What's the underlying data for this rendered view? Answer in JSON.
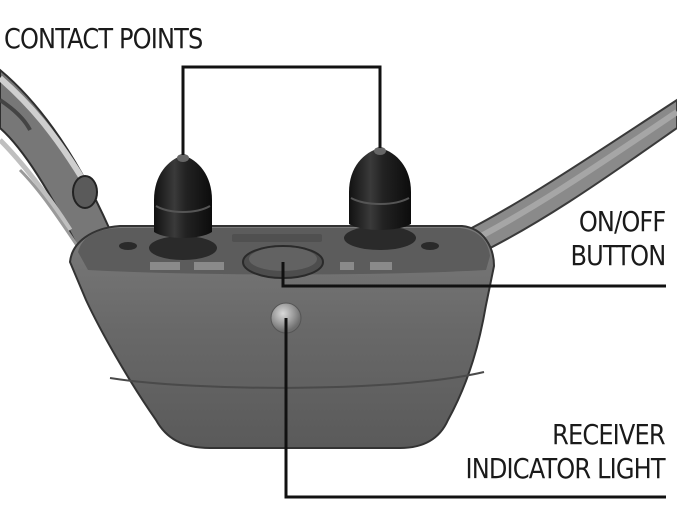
{
  "labels": {
    "contact_points": "CONTACT POINTS",
    "on_off_line1": "ON/OFF",
    "on_off_line2": "BUTTON",
    "receiver_line1": "RECEIVER",
    "receiver_line2": "INDICATOR LIGHT"
  },
  "colors": {
    "line": "#111111",
    "body": "#666666",
    "strap": "#7a7a7a",
    "prong": "#1c1c1c",
    "background": "#ffffff"
  }
}
